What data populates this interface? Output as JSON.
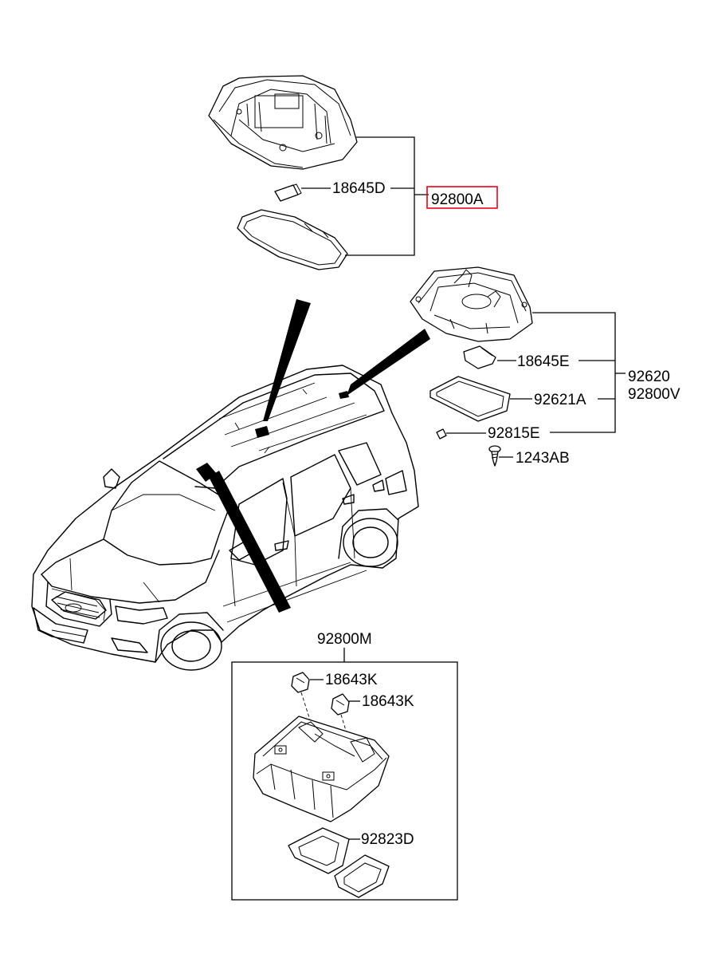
{
  "labels": {
    "p18645D": "18645D",
    "p92800A": "92800A",
    "p18645E": "18645E",
    "p92620": "92620",
    "p92800V": "92800V",
    "p92621A": "92621A",
    "p92815E": "92815E",
    "p1243AB": "1243AB",
    "p92800M": "92800M",
    "p18643K_1": "18643K",
    "p18643K_2": "18643K",
    "p92823D": "92823D"
  },
  "colors": {
    "highlight": "#e8001c",
    "line": "#000000"
  }
}
